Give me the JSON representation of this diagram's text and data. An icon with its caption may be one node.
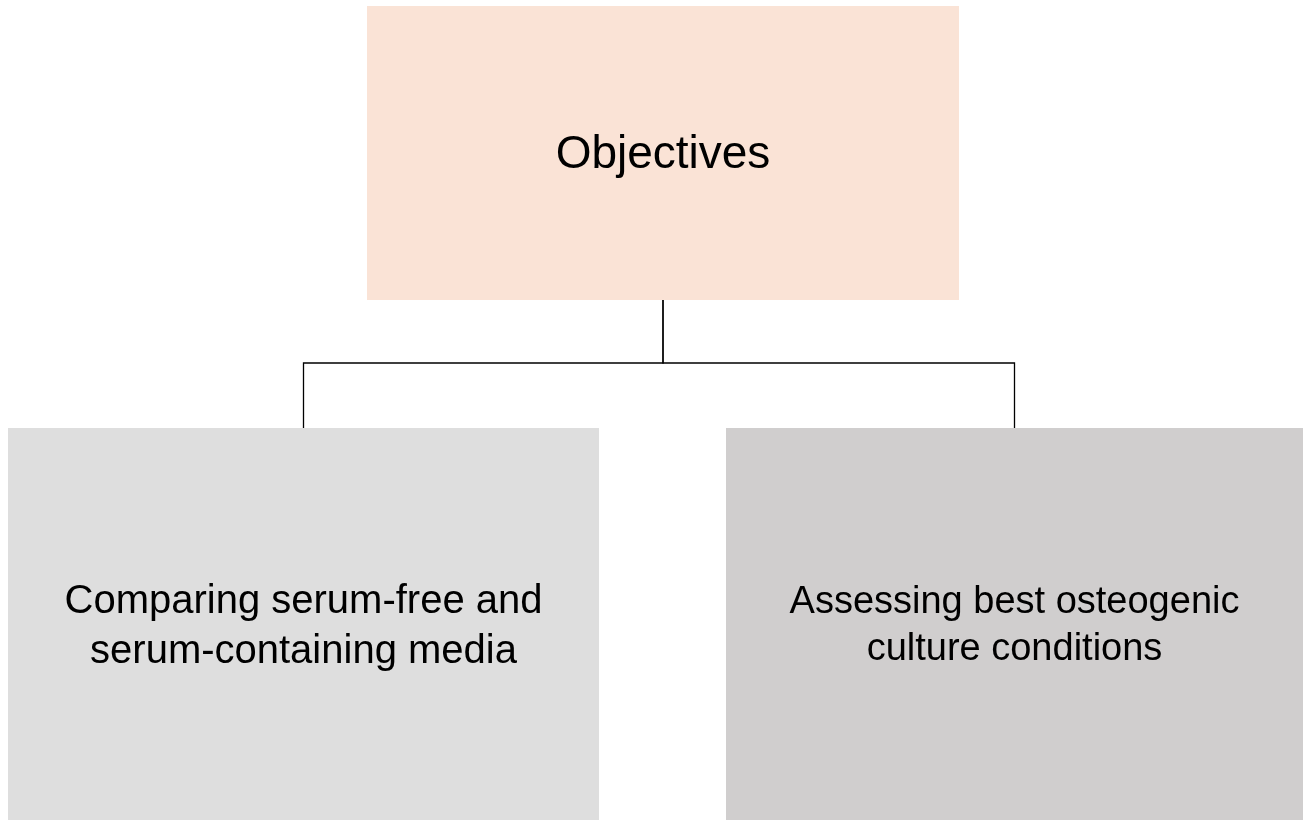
{
  "diagram": {
    "nodes": [
      {
        "text": [
          "Objectives"
        ]
      },
      {
        "text": [
          "Comparing serum-free and serum-containing media"
        ]
      },
      {
        "text": [
          "Assessing best osteogenic culture conditions"
        ]
      }
    ],
    "edges": [
      {
        "from": 0,
        "to": 1,
        "arrow": "none"
      },
      {
        "from": 0,
        "to": 2,
        "arrow": "none"
      }
    ]
  }
}
